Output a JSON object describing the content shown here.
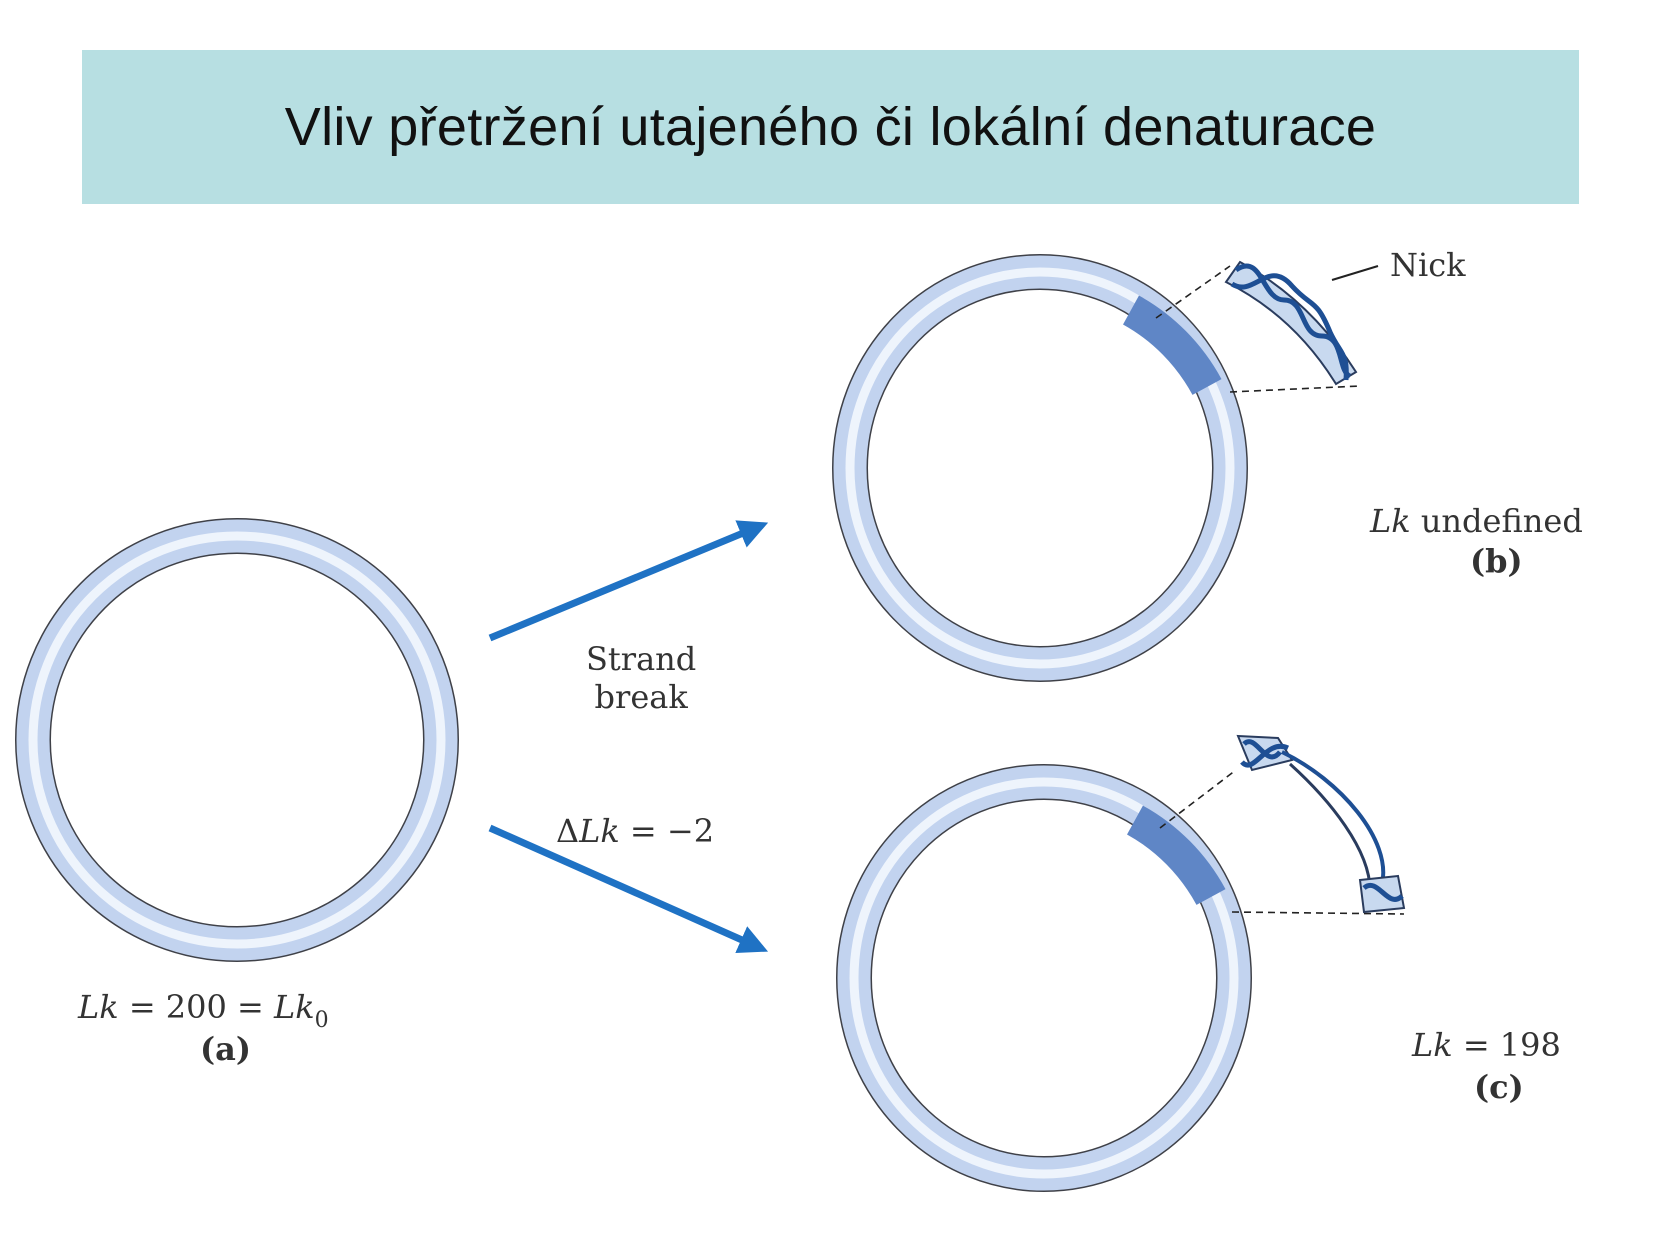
{
  "title": "Vliv přetržení utajeného či lokální denaturace",
  "colors": {
    "title_background": "#b7dfe2",
    "ring_outline": "#3f4148",
    "ring_fill": "#c2d3ef",
    "ring_highlight": "#eef4fc",
    "highlight_segment": "#5f86c6",
    "arrow": "#1f72c4",
    "helix": "#1e4f94"
  },
  "circle_a": {
    "lk_symbol": "Lk",
    "equation": " = 200 = ",
    "lk0_symbol": "Lk",
    "lk0_subscript": "0",
    "panel_label": "(a)"
  },
  "arrow_up": {
    "label_line1": "Strand",
    "label_line2": "break"
  },
  "arrow_down": {
    "delta": "Δ",
    "lk_symbol": "Lk",
    "value": " = −2"
  },
  "circle_b": {
    "callout": "Nick",
    "lk_symbol": "Lk",
    "status": " undefined",
    "panel_label": "(b)"
  },
  "circle_c": {
    "lk_symbol": "Lk",
    "value": " = 198",
    "panel_label": "(c)"
  }
}
